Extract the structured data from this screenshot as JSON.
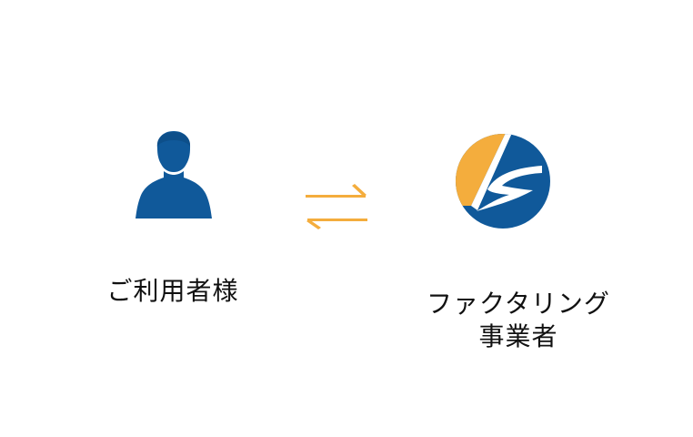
{
  "colors": {
    "navy": "#10599a",
    "orange": "#f4ad3d",
    "text": "#111111",
    "background": "#ffffff"
  },
  "icons": {
    "person": "person-silhouette-icon",
    "exchange": "exchange-arrows-icon",
    "logo": "factoring-company-logo-icon"
  },
  "user": {
    "label": "ご利用者様"
  },
  "factoring": {
    "label_line1": "ファクタリング",
    "label_line2": "事業者"
  }
}
